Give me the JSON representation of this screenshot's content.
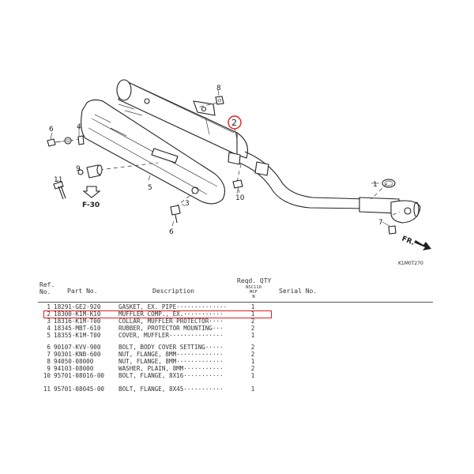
{
  "colors": {
    "highlight": "#e02020",
    "ink": "#222222"
  },
  "diagram": {
    "callouts": {
      "c1": "1",
      "c2": "2",
      "c3": "3",
      "c4": "4",
      "c5": "5",
      "c6a": "6",
      "c6b": "6",
      "c7": "7",
      "c8": "8",
      "c9": "9",
      "c10": "10",
      "c11": "11"
    },
    "ref_label": "F-30",
    "front_label": "FR.",
    "code_label": "K1M0T270"
  },
  "table": {
    "headers": {
      "ref_line1": "Ref.",
      "ref_line2": "No.",
      "part_no": "Part No.",
      "description": "Description",
      "reqd_qty": "Reqd. QTY",
      "qty_sub1": "NSC110",
      "qty_sub2": "MCF",
      "qty_sub3": "N",
      "serial_no": "Serial No."
    },
    "rows": [
      {
        "ref": "1",
        "part_no": "18291-GE2-920",
        "description": "GASKET, EX. PIPE··············",
        "qty": "1"
      },
      {
        "ref": "2",
        "part_no": "18300-K1M-K10",
        "description": "MUFFLER COMP., EX.···········",
        "qty": "1"
      },
      {
        "ref": "3",
        "part_no": "18316-K1M-T00",
        "description": "COLLAR, MUFFLER PROTECTOR····",
        "qty": "2"
      },
      {
        "ref": "4",
        "part_no": "18345-MBT-610",
        "description": "RUBBER, PROTECTOR MOUNTING···",
        "qty": "2"
      },
      {
        "ref": "5",
        "part_no": "18355-K1M-T00",
        "description": "COVER, MUFFLER···············",
        "qty": "1"
      },
      {
        "ref": "6",
        "part_no": "90107-KVV-900",
        "description": "BOLT, BODY COVER SETTING·····",
        "qty": "2"
      },
      {
        "ref": "7",
        "part_no": "90301-KNB-600",
        "description": "NUT, FLANGE, 8MM·············",
        "qty": "2"
      },
      {
        "ref": "8",
        "part_no": "94050-08000",
        "description": "NUT, FLANGE, 8MM·············",
        "qty": "1"
      },
      {
        "ref": "9",
        "part_no": "94103-08000",
        "description": "WASHER, PLAIN, 8MM···········",
        "qty": "2"
      },
      {
        "ref": "10",
        "part_no": "95701-08016-00",
        "description": "BOLT, FLANGE, 8X16···········",
        "qty": "1"
      },
      {
        "ref": "11",
        "part_no": "95701-08045-00",
        "description": "BOLT, FLANGE, 8X45···········",
        "qty": "1"
      }
    ]
  }
}
